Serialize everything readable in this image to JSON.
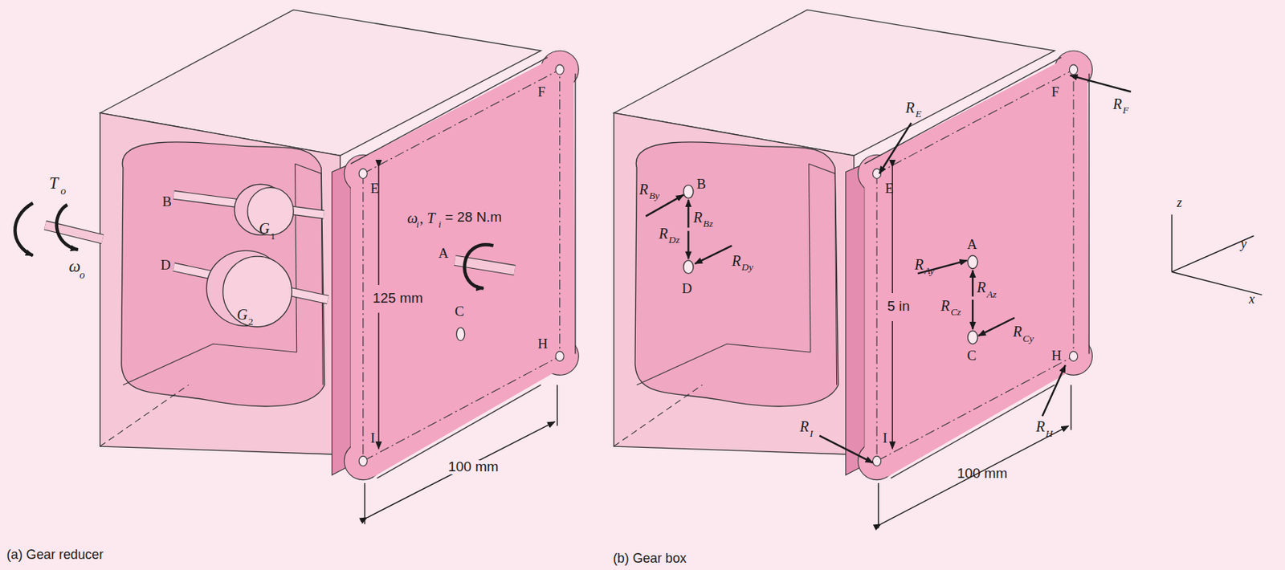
{
  "diagram": {
    "labels": [
      "T",
      "o",
      "ω",
      "o",
      "B",
      "G",
      "1",
      "D",
      "G",
      "2",
      "E",
      "F",
      "ω",
      "i",
      ", T",
      "i",
      "= 28 N.m",
      "A",
      "C",
      "H",
      "I",
      "125 mm",
      "100 mm",
      "(a) Gear reducer",
      "R",
      "E",
      "E",
      "R",
      "F",
      "F",
      "R",
      "By",
      "B",
      "R",
      "Bz",
      "R",
      "Dz",
      "D",
      "R",
      "Dy",
      "A",
      "R",
      "Ay",
      "R",
      "Az",
      "R",
      "Cz",
      "C",
      "R",
      "Cy",
      "5 in",
      "H",
      "R",
      "I",
      "I",
      "R",
      "H",
      "100 mm",
      "(b) Gear box",
      "z",
      "y",
      "x"
    ]
  }
}
